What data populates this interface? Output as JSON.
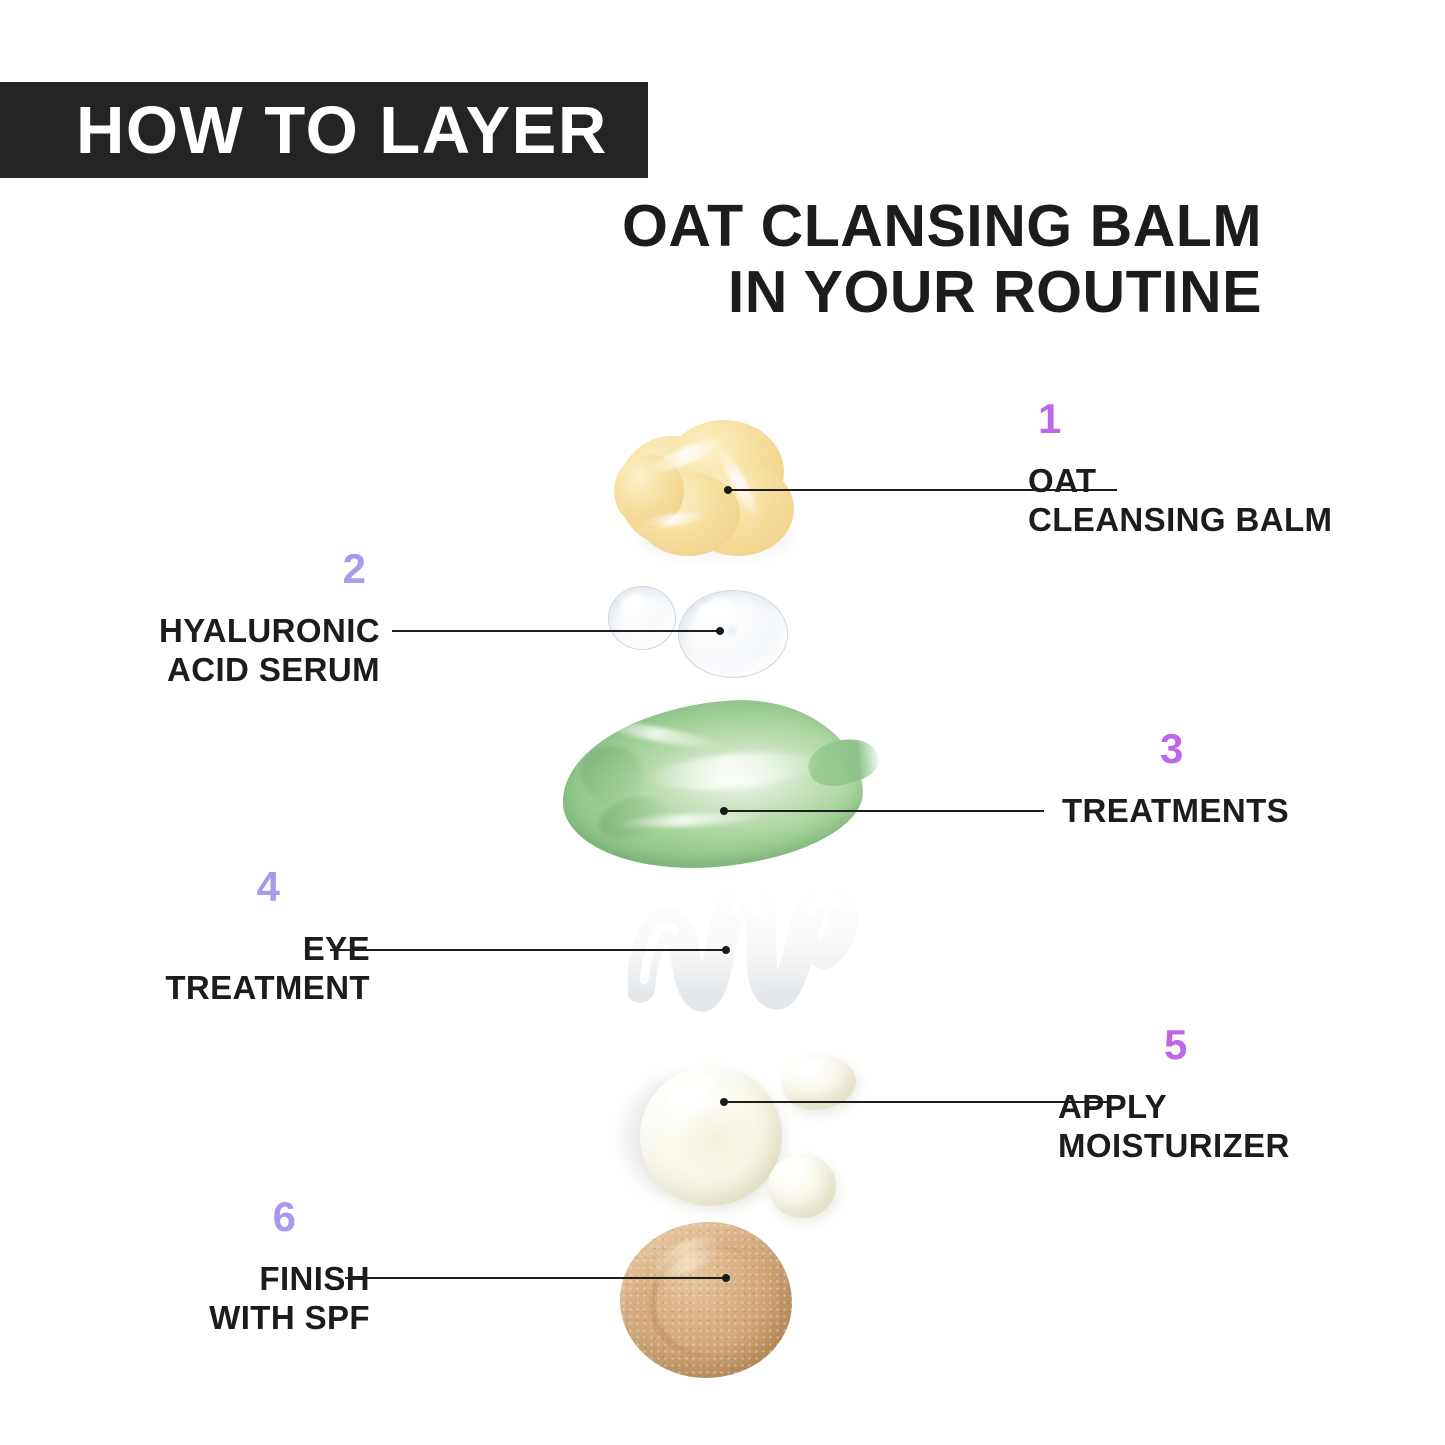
{
  "header": {
    "banner_label": "HOW TO LAYER",
    "title_line_1": "OAT CLANSING BALM",
    "title_line_2": "IN YOUR ROUTINE"
  },
  "theme": {
    "background": "#ffffff",
    "banner_bg": "#242424",
    "banner_text": "#ffffff",
    "text": "#1c1c1c",
    "number_gradient_start": "#C560E8",
    "number_gradient_end": "#A9A0F0",
    "leader_line": "#1e1e1e"
  },
  "steps": [
    {
      "number": "1",
      "label_line_1": "OAT",
      "label_line_2": "CLEANSING BALM",
      "side": "right",
      "swatch": "oat-cleansing-balm-swatch",
      "swatch_color": "#F2DB9C"
    },
    {
      "number": "2",
      "label_line_1": "HYALURONIC",
      "label_line_2": "ACID SERUM",
      "side": "left",
      "swatch": "hyaluronic-acid-serum-swatch",
      "swatch_color": "#EDF1F5"
    },
    {
      "number": "3",
      "label_line_1": "TREATMENTS",
      "label_line_2": "",
      "side": "right",
      "swatch": "treatment-cream-swatch",
      "swatch_color": "#97CB8E"
    },
    {
      "number": "4",
      "label_line_1": "EYE",
      "label_line_2": "TREATMENT",
      "side": "left",
      "swatch": "eye-treatment-swatch",
      "swatch_color": "#FAFAFA"
    },
    {
      "number": "5",
      "label_line_1": "APPLY",
      "label_line_2": "MOISTURIZER",
      "side": "right",
      "swatch": "moisturizer-swatch",
      "swatch_color": "#F7F5E4"
    },
    {
      "number": "6",
      "label_line_1": "FINISH",
      "label_line_2": "WITH SPF",
      "side": "left",
      "swatch": "spf-swatch",
      "swatch_color": "#C89B6E"
    }
  ]
}
